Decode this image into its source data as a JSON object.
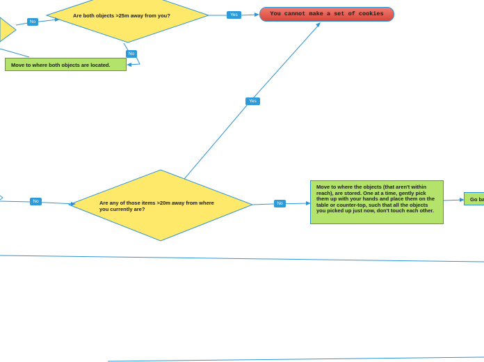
{
  "nodes": {
    "question_25m": "Are both objects >25m away from you?",
    "question_20m": "Are any of those items >20m away from where you currently are?",
    "terminal_cookies": "You cannot make a set of cookies",
    "action_move_both": "Move to where both objects are located.",
    "action_move_objects": "Move to where the objects (that aren't within reach), are stored. One at a time, gently pick them up with your hands and place them on the table or counter-top, such that all the objects you picked up just now, don't touch each other.",
    "action_go_back_partial": "Go ba"
  },
  "labels": {
    "no_top_left": "No",
    "yes_top": "Yes",
    "no_under_diamond": "No",
    "yes_diagonal": "Yes",
    "no_mid_left": "No",
    "no_mid_right": "No"
  },
  "colors": {
    "diamond_fill": "#ffe96b",
    "connector": "#2f93d3",
    "action_fill": "#b4e36b",
    "terminal_fill": "#e35a4d",
    "pill": "#2d9ad9"
  }
}
